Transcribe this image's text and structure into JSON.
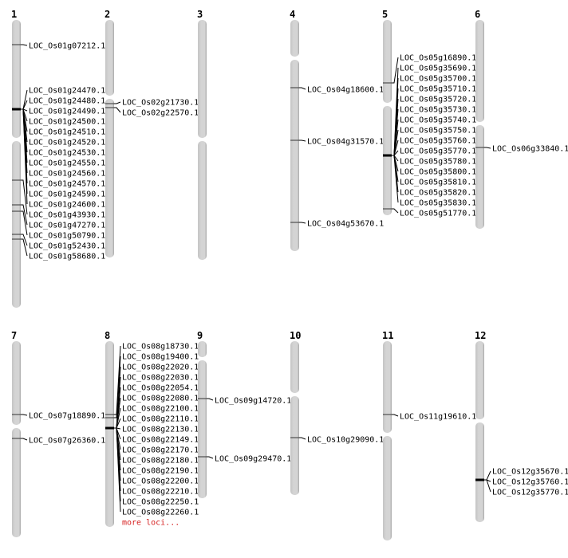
{
  "chromosomes": [
    {
      "label": "1",
      "loci": [
        "LOC_Os01g07212.1",
        "LOC_Os01g24470.1",
        "LOC_Os01g24480.1",
        "LOC_Os01g24490.1",
        "LOC_Os01g24500.1",
        "LOC_Os01g24510.1",
        "LOC_Os01g24520.1",
        "LOC_Os01g24530.1",
        "LOC_Os01g24550.1",
        "LOC_Os01g24560.1",
        "LOC_Os01g24570.1",
        "LOC_Os01g24590.1",
        "LOC_Os01g24600.1",
        "LOC_Os01g43930.1",
        "LOC_Os01g47270.1",
        "LOC_Os01g50790.1",
        "LOC_Os01g52430.1",
        "LOC_Os01g58680.1"
      ]
    },
    {
      "label": "2",
      "loci": [
        "LOC_Os02g21730.1",
        "LOC_Os02g22570.1"
      ]
    },
    {
      "label": "3",
      "loci": []
    },
    {
      "label": "4",
      "loci": [
        "LOC_Os04g18600.1",
        "LOC_Os04g31570.1",
        "LOC_Os04g53670.1"
      ]
    },
    {
      "label": "5",
      "loci": [
        "LOC_Os05g16890.1",
        "LOC_Os05g35690.1",
        "LOC_Os05g35700.1",
        "LOC_Os05g35710.1",
        "LOC_Os05g35720.1",
        "LOC_Os05g35730.1",
        "LOC_Os05g35740.1",
        "LOC_Os05g35750.1",
        "LOC_Os05g35760.1",
        "LOC_Os05g35770.1",
        "LOC_Os05g35780.1",
        "LOC_Os05g35800.1",
        "LOC_Os05g35810.1",
        "LOC_Os05g35820.1",
        "LOC_Os05g35830.1",
        "LOC_Os05g51770.1"
      ]
    },
    {
      "label": "6",
      "loci": [
        "LOC_Os06g33840.1"
      ]
    },
    {
      "label": "7",
      "loci": [
        "LOC_Os07g18890.1",
        "LOC_Os07g26360.1"
      ]
    },
    {
      "label": "8",
      "loci": [
        "LOC_Os08g18730.1",
        "LOC_Os08g19400.1",
        "LOC_Os08g22020.1",
        "LOC_Os08g22030.1",
        "LOC_Os08g22054.1",
        "LOC_Os08g22080.1",
        "LOC_Os08g22100.1",
        "LOC_Os08g22110.1",
        "LOC_Os08g22130.1",
        "LOC_Os08g22149.1",
        "LOC_Os08g22170.1",
        "LOC_Os08g22180.1",
        "LOC_Os08g22190.1",
        "LOC_Os08g22200.1",
        "LOC_Os08g22210.1",
        "LOC_Os08g22250.1",
        "LOC_Os08g22260.1"
      ],
      "more": "more loci..."
    },
    {
      "label": "9",
      "loci": [
        "LOC_Os09g14720.1",
        "LOC_Os09g29470.1"
      ]
    },
    {
      "label": "10",
      "loci": [
        "LOC_Os10g29090.1"
      ]
    },
    {
      "label": "11",
      "loci": [
        "LOC_Os11g19610.1"
      ]
    },
    {
      "label": "12",
      "loci": [
        "LOC_Os12g35670.1",
        "LOC_Os12g35760.1",
        "LOC_Os12g35770.1"
      ]
    }
  ],
  "colors": {
    "chromosome": "#d4d4d4",
    "chromosome_edge": "#a8a8a8",
    "marker": "#000000",
    "more_link": "#d62020"
  }
}
